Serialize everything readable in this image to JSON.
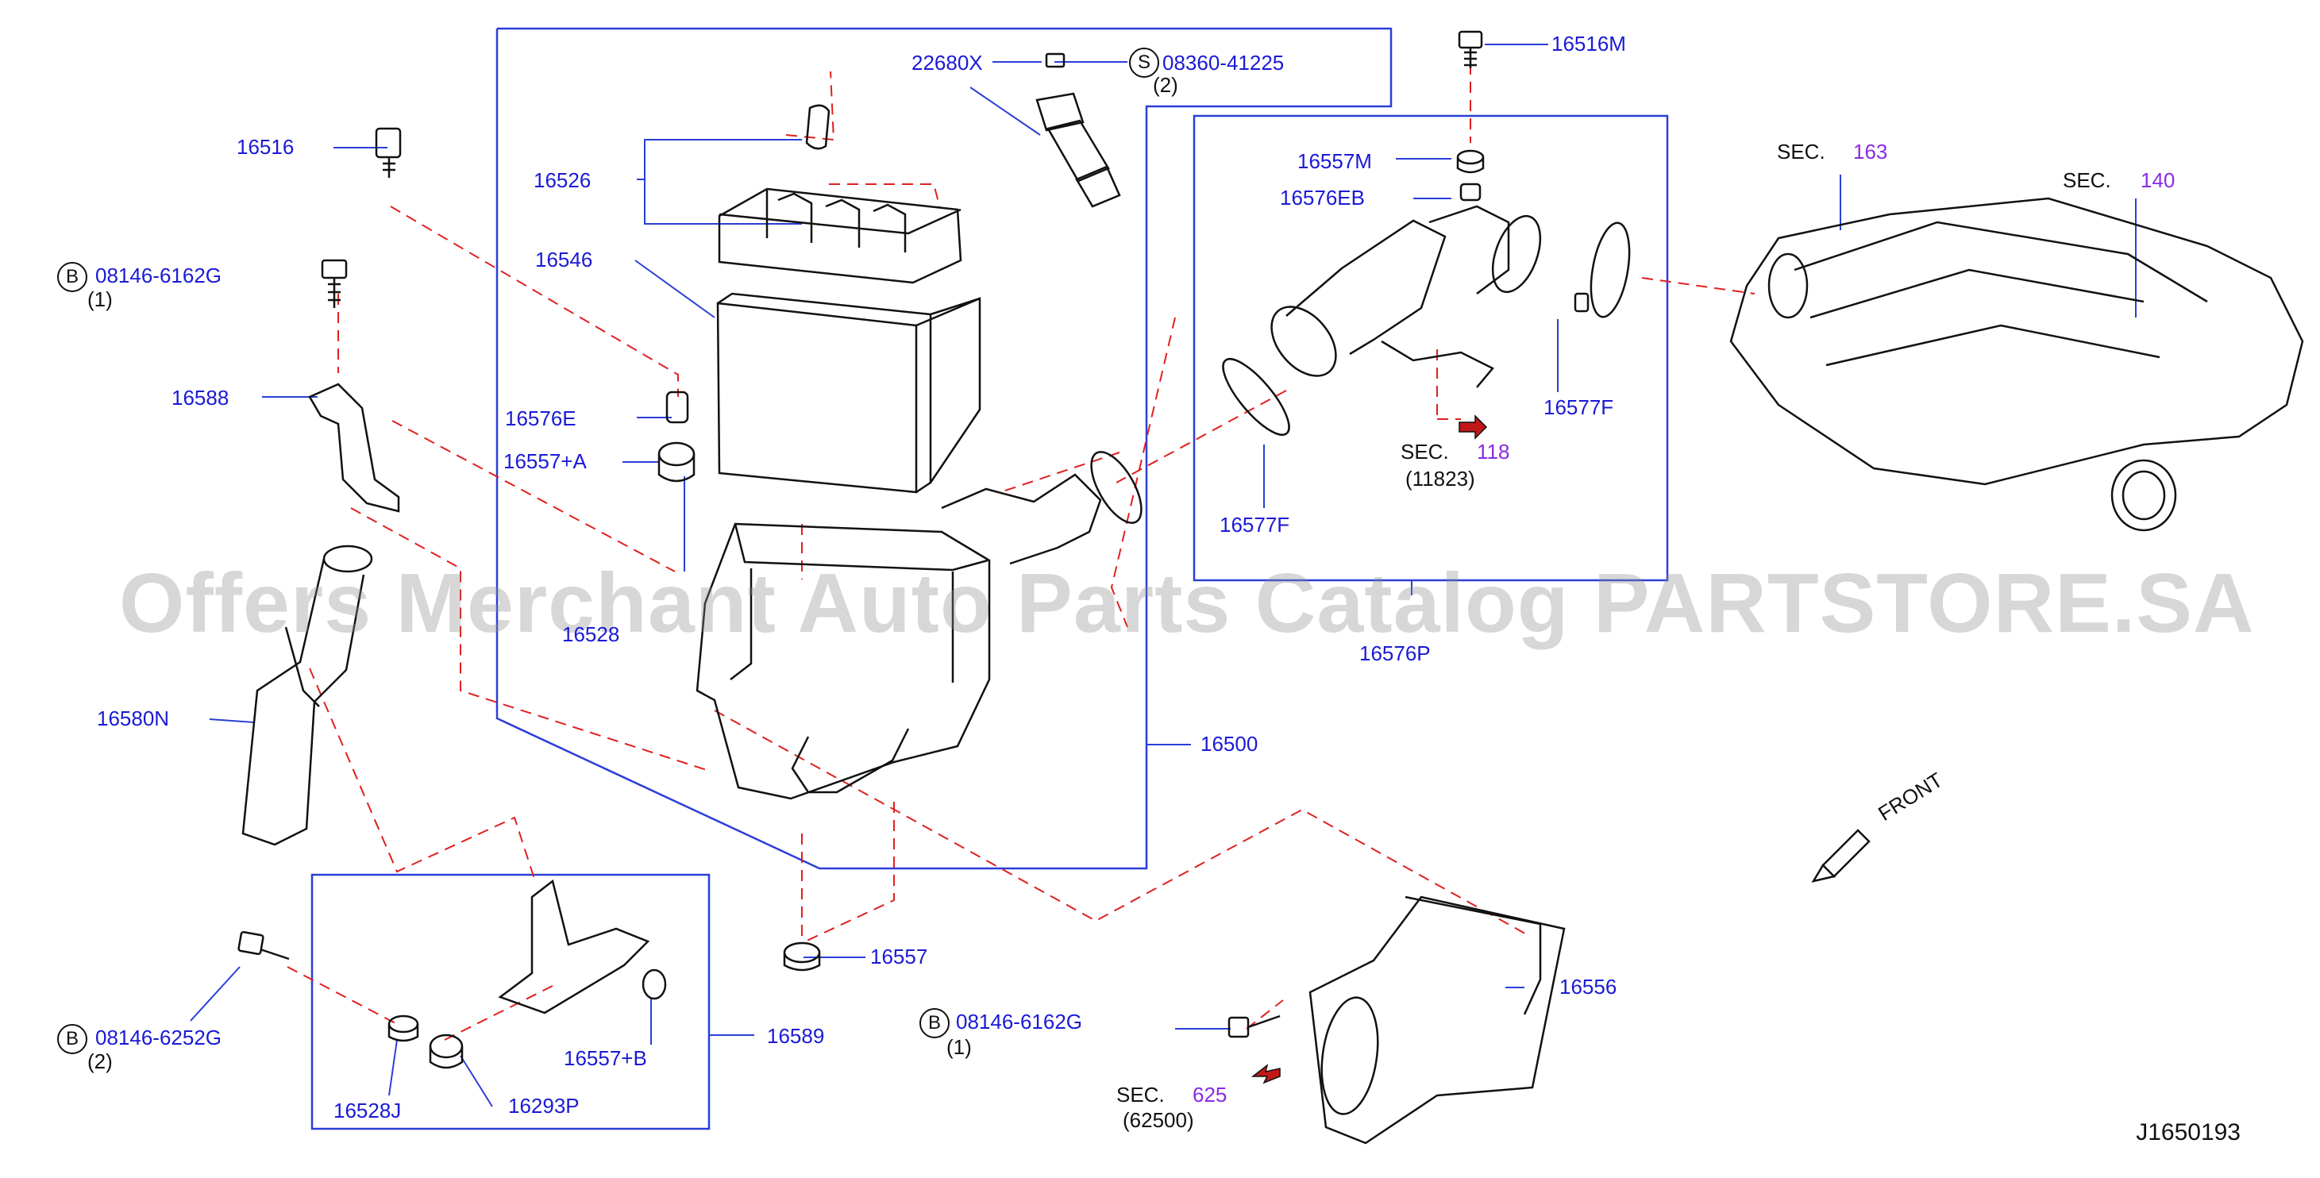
{
  "diagram_code": "J1650193",
  "watermark": "Offers Merchant Auto Parts Catalog PARTSTORE.SA",
  "front_label": "FRONT",
  "parts": {
    "p16516M": "16516M",
    "p22680X": "22680X",
    "p08360": "08360-41225",
    "p08360_qty": "(2)",
    "p16516": "16516",
    "p16526": "16526",
    "p16546": "16546",
    "p08146_6162G_a": "08146-6162G",
    "p08146_6162G_a_qty": "(1)",
    "p16588": "16588",
    "p16576E": "16576E",
    "p16557A": "16557+A",
    "p16528": "16528",
    "p16580N": "16580N",
    "p16500": "16500",
    "p16557M": "16557M",
    "p16576EB": "16576EB",
    "p16577F_r": "16577F",
    "p16577F_l": "16577F",
    "p16576P": "16576P",
    "p16557": "16557",
    "p16556": "16556",
    "p08146_6252G": "08146-6252G",
    "p08146_6252G_qty": "(2)",
    "p16589": "16589",
    "p16557B": "16557+B",
    "p16528J": "16528J",
    "p16293P": "16293P",
    "p08146_6162G_b": "08146-6162G",
    "p08146_6162G_b_qty": "(1)"
  },
  "sections": {
    "sec163": {
      "prefix": "SEC.",
      "num": "163"
    },
    "sec140": {
      "prefix": "SEC.",
      "num": "140"
    },
    "sec118": {
      "prefix": "SEC.",
      "num": "118",
      "sub": "(11823)"
    },
    "sec625": {
      "prefix": "SEC.",
      "num": "625",
      "sub": "(62500)"
    }
  },
  "symbols": {
    "b": "B",
    "s": "S"
  },
  "colors": {
    "part_label": "#1a1ad6",
    "section_num": "#8a2be2",
    "leader": "#1a1ad6",
    "dash": "#e02020",
    "outline": "#111111"
  }
}
